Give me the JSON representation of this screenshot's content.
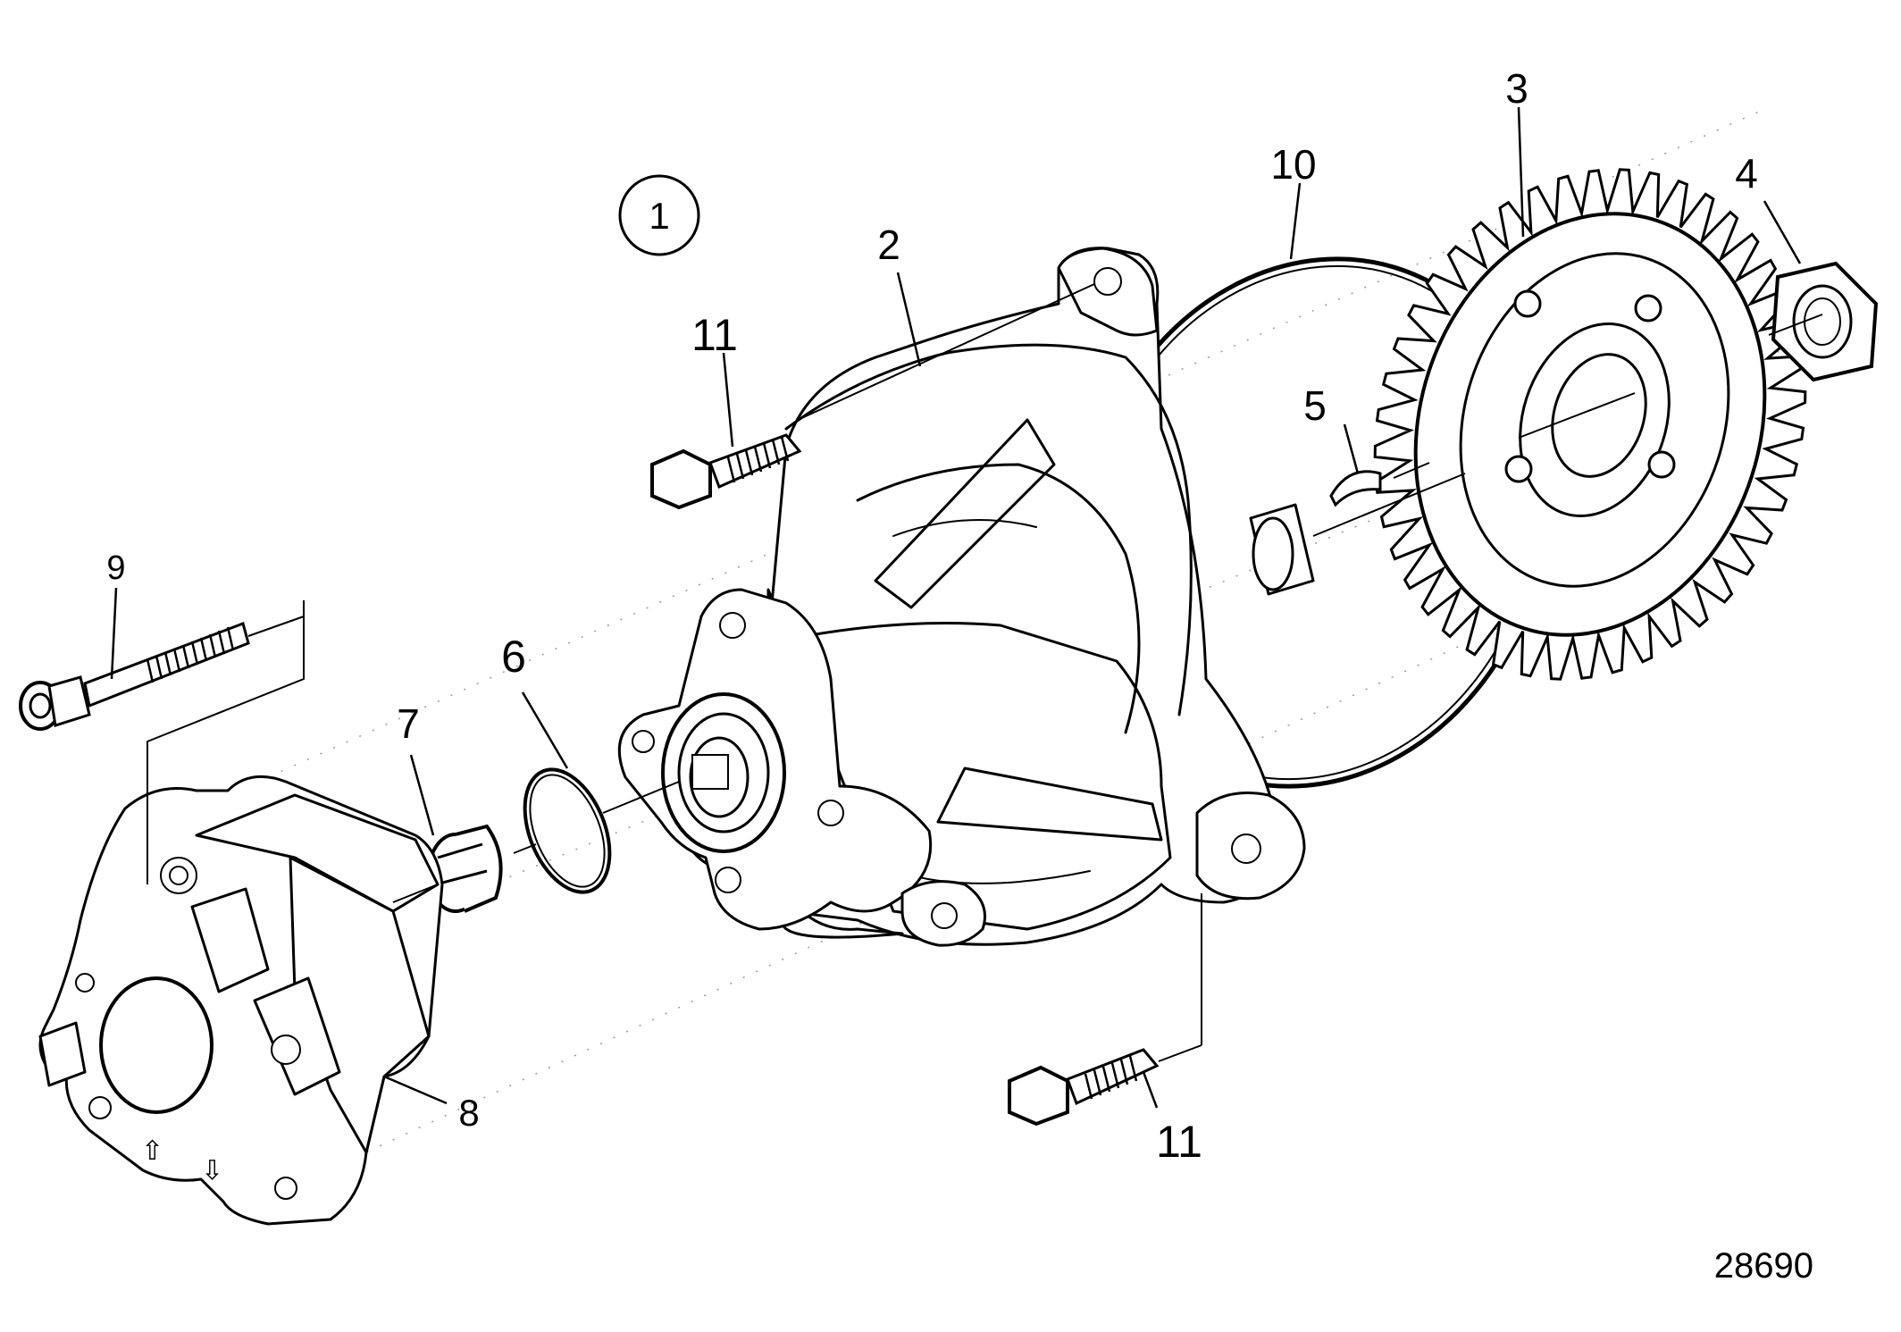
{
  "diagram": {
    "group_marker": "1",
    "drawing_number": "28690",
    "callouts": {
      "c1": "11",
      "c2": "2",
      "c3": "3",
      "c4": "4",
      "c5": "5",
      "c6": "6",
      "c7": "7",
      "c8": "8",
      "c9": "9",
      "c10": "10",
      "c11": "11"
    }
  }
}
